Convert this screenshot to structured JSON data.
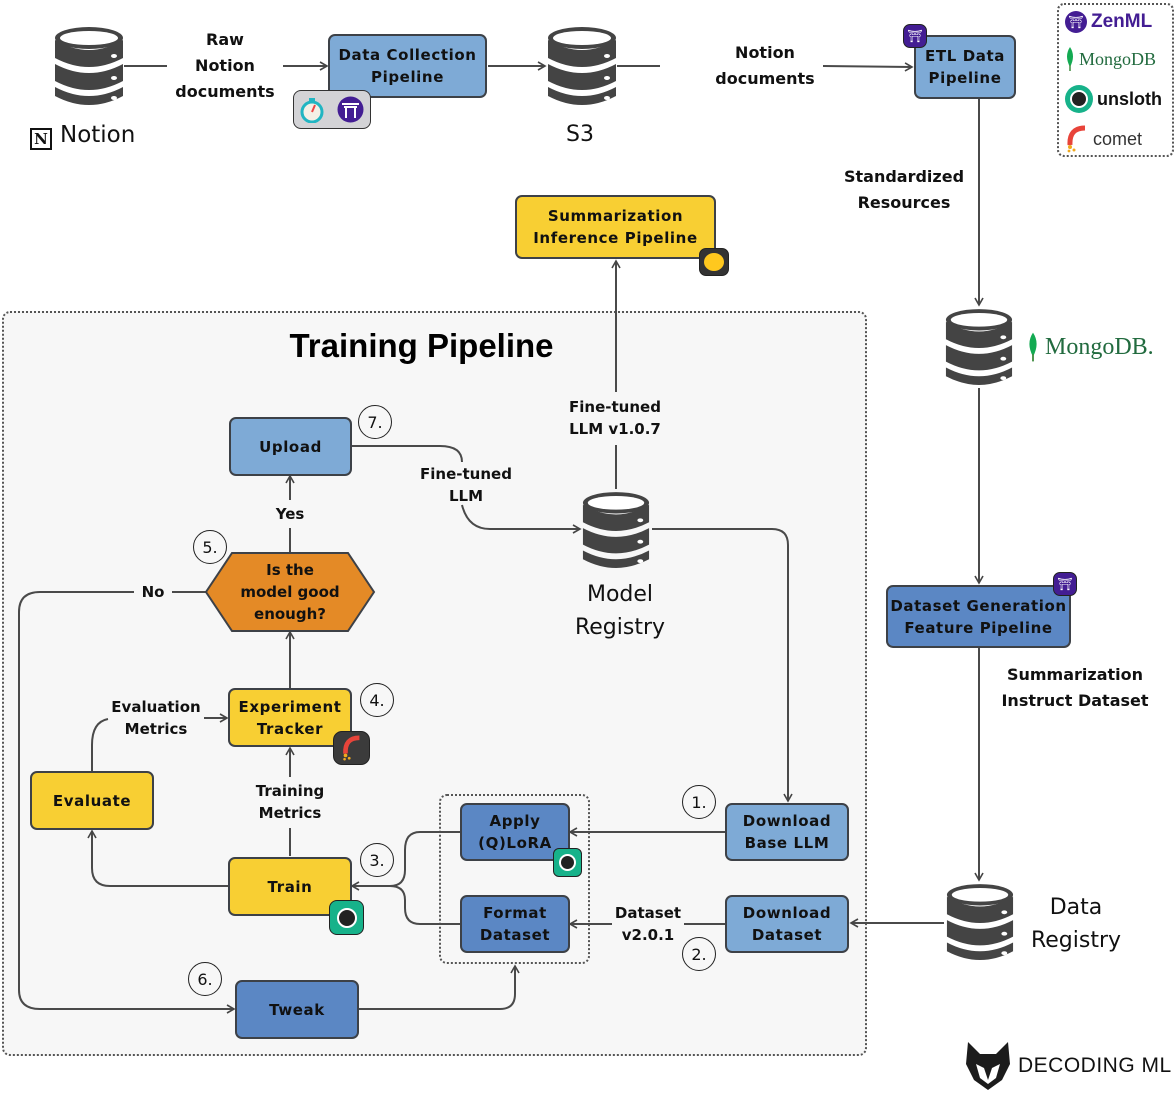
{
  "colors": {
    "light_blue_box": "#7eaad6",
    "blue_box": "#5b87c4",
    "yellow_box": "#f8cf33",
    "orange_decision": "#e48a26",
    "database": "#444444",
    "mongodb_green": "#13aa52",
    "zenml_purple": "#431d93"
  },
  "top_row": {
    "notion_source": {
      "label": "Notion",
      "icon": "notion-icon"
    },
    "raw_docs_label": [
      "Raw",
      "Notion",
      "documents"
    ],
    "data_collection": {
      "label": [
        "Data Collection",
        "Pipeline"
      ],
      "badges": [
        "stopwatch-icon",
        "zenml-icon"
      ]
    },
    "s3": {
      "label": "S3"
    },
    "notion_docs_label": [
      "Notion",
      "documents"
    ],
    "etl": {
      "label": [
        "ETL Data",
        "Pipeline"
      ],
      "badge": "zenml-icon"
    }
  },
  "legend": {
    "items": [
      {
        "name": "ZenML",
        "icon": "zenml-icon"
      },
      {
        "name": "MongoDB",
        "icon": "mongodb-leaf-icon"
      },
      {
        "name": "unsloth",
        "icon": "unsloth-icon"
      },
      {
        "name": "comet",
        "icon": "comet-icon"
      }
    ]
  },
  "right_column": {
    "standardized_label": [
      "Standardized",
      "Resources"
    ],
    "mongodb": {
      "label": "MongoDB."
    },
    "dataset_generation": {
      "label": [
        "Dataset Generation",
        "Feature Pipeline"
      ],
      "badge": "zenml-icon"
    },
    "instruct_label": [
      "Summarization",
      "Instruct Dataset"
    ],
    "data_registry": {
      "label": [
        "Data",
        "Registry"
      ]
    }
  },
  "inference": {
    "label": [
      "Summarization",
      "Inference Pipeline"
    ],
    "badge": "huggingface-icon"
  },
  "fine_tuned_version_label": [
    "Fine-tuned",
    "LLM v1.0.7"
  ],
  "model_registry": {
    "label": [
      "Model",
      "Registry"
    ]
  },
  "training": {
    "title": "Training Pipeline",
    "upload": {
      "label": "Upload",
      "step": "7."
    },
    "fine_tuned_label": [
      "Fine-tuned",
      "LLM"
    ],
    "yes_label": "Yes",
    "no_label": "No",
    "decision": {
      "label": [
        "Is the",
        "model good",
        "enough?"
      ],
      "step": "5."
    },
    "experiment_tracker": {
      "label": [
        "Experiment",
        "Tracker"
      ],
      "step": "4.",
      "badge": "comet-icon"
    },
    "evaluation_metrics_label": [
      "Evaluation",
      "Metrics"
    ],
    "evaluate": {
      "label": "Evaluate"
    },
    "training_metrics_label": [
      "Training",
      "Metrics"
    ],
    "train": {
      "label": "Train",
      "step": "3.",
      "badge": "unsloth-icon"
    },
    "apply_lora": {
      "label": [
        "Apply",
        "(Q)LoRA"
      ],
      "badge": "unsloth-icon"
    },
    "format_dataset": {
      "label": [
        "Format",
        "Dataset"
      ]
    },
    "download_base": {
      "label": [
        "Download",
        "Base LLM"
      ],
      "step": "1."
    },
    "download_dataset": {
      "label": [
        "Download",
        "Dataset"
      ],
      "step": "2."
    },
    "dataset_version_label": [
      "Dataset",
      "v2.0.1"
    ],
    "tweak": {
      "label": "Tweak",
      "step": "6."
    }
  },
  "brand": {
    "name": "DECODING ML",
    "icon": "wolf-icon"
  }
}
